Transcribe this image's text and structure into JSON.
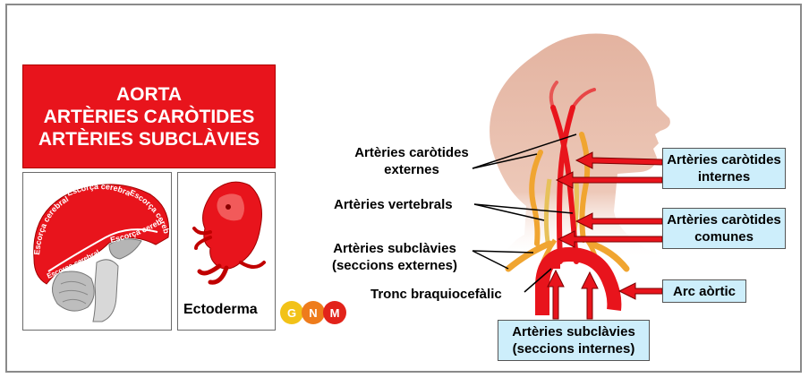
{
  "title": {
    "line1": "AORTA",
    "line2": "ARTÈRIES CARÒTIDES",
    "line3": "ARTÈRIES SUBCLÀVIES"
  },
  "brain": {
    "cortex_label": "Escorça cerebral"
  },
  "embryo": {
    "label": "Ectoderma"
  },
  "logo": {
    "letters": [
      "G",
      "N",
      "M"
    ],
    "colors": [
      "#f2c218",
      "#ee7c1c",
      "#e2231a"
    ]
  },
  "left_labels": {
    "external_carotid_1": "Artèries caròtides",
    "external_carotid_2": "externes",
    "vertebral": "Artèries vertebrals",
    "subclavian_ext_1": "Artèries subclàvies",
    "subclavian_ext_2": "(seccions externes)",
    "brachiocephalic": "Tronc braquiocefàlic"
  },
  "right_labels": {
    "internal_carotid_1": "Artèries caròtides",
    "internal_carotid_2": "internes",
    "common_carotid_1": "Artèries caròtides",
    "common_carotid_2": "comunes",
    "aortic_arch": "Arc aòrtic",
    "subclavian_int_1": "Artèries subclàvies",
    "subclavian_int_2": "(seccions internes)"
  },
  "colors": {
    "accent_red": "#e8141c",
    "label_box_blue": "#cdeefb",
    "skin": "#e8b9a2",
    "artery_orange": "#f0a531"
  }
}
